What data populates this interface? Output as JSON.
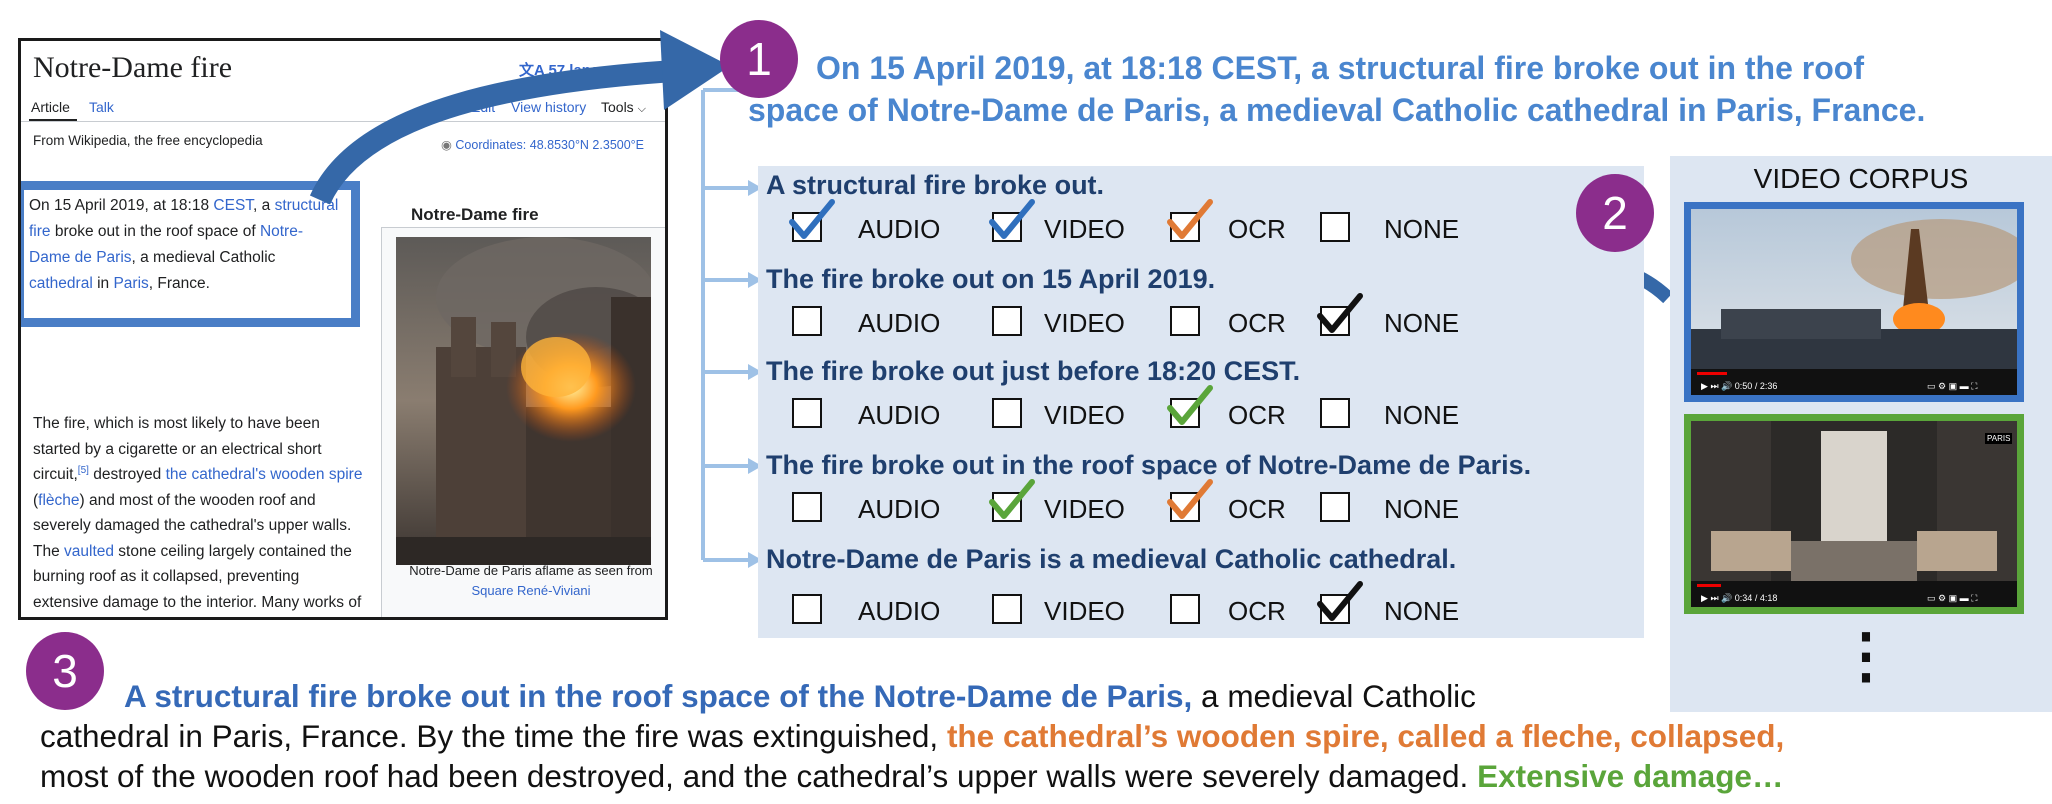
{
  "wiki": {
    "title": "Notre-Dame fire",
    "languages": "文A 57 languages",
    "tabs": {
      "article": "Article",
      "talk": "Talk",
      "edit": "Edit",
      "history": "View history",
      "tools": "Tools"
    },
    "from_line": "From Wikipedia, the free encyclopedia",
    "coordinates": "Coordinates: 48.8530°N 2.3500°E",
    "lead": {
      "p1": "On 15 April 2019, at 18:18 ",
      "l1": "CEST",
      "p2": ", a ",
      "l2": "structural fire",
      "p3": " broke out in the roof space of ",
      "l3": "Notre-Dame de Paris",
      "p4": ", a medieval Catholic ",
      "l4": "cathedral",
      "p5": " in ",
      "l5": "Paris",
      "p6": ", France."
    },
    "body": {
      "t1": "The fire, which is most likely to have been started by a cigarette or an electrical short circuit,",
      "ref": "[5]",
      "t2": " destroyed ",
      "l1": "the cathedral's wooden spire",
      "t3": " (",
      "l2": "flèche",
      "t4": ") and most of the wooden roof and severely damaged the cathedral's upper walls. The ",
      "l3": "vaulted",
      "t5": " stone ceiling largely contained the burning roof as it collapsed, preventing extensive damage to the interior. Many works of art and religious relics were moved to safety, but others suffered smoke damage, and"
    },
    "infobox_title": "Notre-Dame fire",
    "caption_text": "Notre-Dame de Paris aflame as seen from",
    "caption_link": "Square René-Viviani"
  },
  "step1": {
    "badge": "1",
    "line1": "On 15 April 2019, at 18:18 CEST, a structural fire broke out in the roof",
    "line2": "space of Notre-Dame de Paris, a medieval Catholic cathedral in Paris, France."
  },
  "step2": {
    "badge": "2"
  },
  "step3": {
    "badge": "3",
    "blue": "A structural fire broke out in the roof space of the Notre-Dame de Paris,",
    "t1": " a medieval Catholic",
    "t2": "cathedral in Paris, France. By the time the fire was extinguished, ",
    "orange": "the cathedral’s wooden spire, called a fleche, collapsed,",
    "t3": "most of the wooden roof had been destroyed, and the cathedral’s upper walls were severely damaged. ",
    "green": "Extensive damage…"
  },
  "options": [
    "AUDIO",
    "VIDEO",
    "OCR",
    "NONE"
  ],
  "claims": [
    {
      "text": "A structural fire broke out.",
      "checks": [
        "blue",
        "blue",
        "orange",
        null
      ]
    },
    {
      "text": "The fire broke out on 15 April 2019.",
      "checks": [
        null,
        null,
        null,
        "black"
      ]
    },
    {
      "text": "The fire broke out just before 18:20 CEST.",
      "checks": [
        null,
        null,
        "green",
        null
      ]
    },
    {
      "text": "The fire broke out in the roof space of Notre-Dame de Paris.",
      "checks": [
        null,
        "green",
        "orange",
        null
      ]
    },
    {
      "text": "Notre-Dame de Paris is a medieval Catholic cathedral.",
      "checks": [
        null,
        null,
        null,
        "black"
      ]
    }
  ],
  "video_corpus": {
    "title": "VIDEO CORPUS",
    "videos": [
      {
        "frame_color": "#3a73c4",
        "time": "0:50 / 2:36"
      },
      {
        "frame_color": "#5aa53a",
        "time": "0:34 / 4:18",
        "badge": "PARIS"
      }
    ],
    "more": "⋮"
  },
  "colors": {
    "blue_check": "#2f6fbd",
    "orange_check": "#e07a35",
    "green_check": "#5aa53a",
    "black_check": "#111111",
    "badge": "#8b2d8c",
    "arrow": "#3568a8"
  }
}
